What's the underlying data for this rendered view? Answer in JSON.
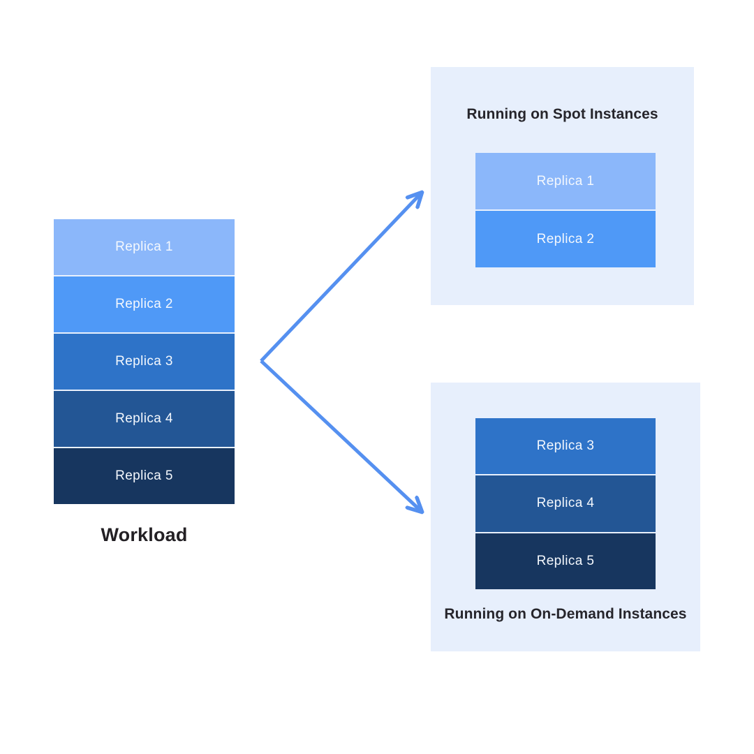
{
  "diagram": {
    "workload": {
      "label": "Workload",
      "replicas": [
        {
          "label": "Replica 1",
          "color": "#8bb7fa"
        },
        {
          "label": "Replica 2",
          "color": "#4f99f7"
        },
        {
          "label": "Replica 3",
          "color": "#2e73c8"
        },
        {
          "label": "Replica 4",
          "color": "#235695"
        },
        {
          "label": "Replica 5",
          "color": "#17365f"
        }
      ]
    },
    "spot": {
      "title": "Running on Spot Instances",
      "replicas": [
        {
          "label": "Replica 1",
          "color": "#8bb7fa"
        },
        {
          "label": "Replica 2",
          "color": "#4f99f7"
        }
      ]
    },
    "ondemand": {
      "title": "Running on On-Demand Instances",
      "replicas": [
        {
          "label": "Replica 3",
          "color": "#2e73c8"
        },
        {
          "label": "Replica 4",
          "color": "#235695"
        },
        {
          "label": "Replica 5",
          "color": "#17365f"
        }
      ]
    },
    "colors": {
      "arrow": "#5590f0",
      "group_bg": "#e7effc",
      "title_text": "#26252b",
      "replica_text": "#f4f8fd",
      "canvas_bg": "#ffffff"
    }
  }
}
